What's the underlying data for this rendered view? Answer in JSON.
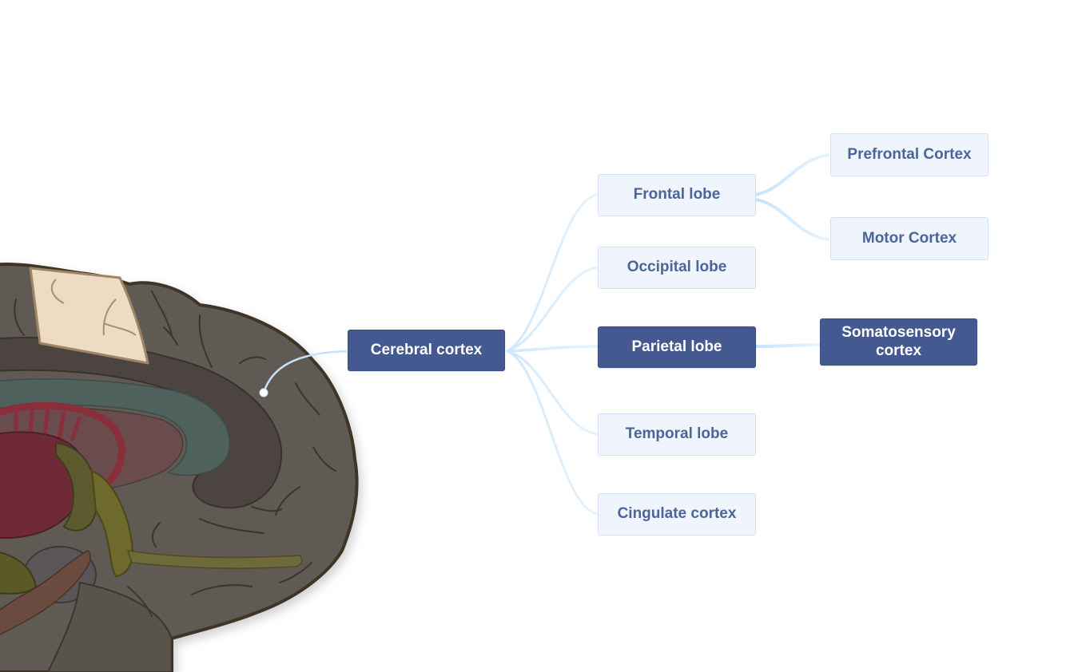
{
  "colors": {
    "dark_node": "#44598f",
    "light_node": "#eff4fd",
    "light_node_text": "#4a6698",
    "connector": "#bfe0fb"
  },
  "illustration": {
    "subject": "brain-sagittal-section"
  },
  "mindmap": {
    "root": {
      "label": "Cerebral cortex"
    },
    "lobes": {
      "frontal": {
        "label": "Frontal lobe"
      },
      "occipital": {
        "label": "Occipital lobe"
      },
      "parietal": {
        "label": "Parietal lobe"
      },
      "temporal": {
        "label": "Temporal lobe"
      },
      "cingulate": {
        "label": "Cingulate cortex"
      }
    },
    "frontal_children": {
      "prefrontal": {
        "label": "Prefrontal Cortex"
      },
      "motor": {
        "label": "Motor Cortex"
      }
    },
    "parietal_children": {
      "somatosensory": {
        "label": "Somatosensory cortex"
      }
    }
  }
}
